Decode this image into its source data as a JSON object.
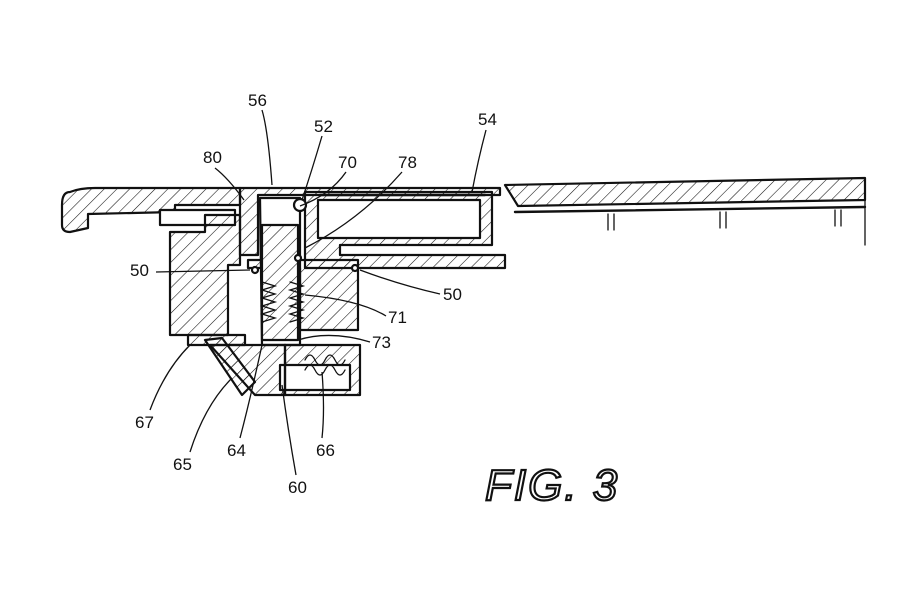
{
  "figure_label": "FIG. 3",
  "references": {
    "r56": "56",
    "r52": "52",
    "r54": "54",
    "r80": "80",
    "r70": "70",
    "r78": "78",
    "r50_left": "50",
    "r50_right": "50",
    "r71": "71",
    "r73": "73",
    "r67": "67",
    "r64": "64",
    "r66": "66",
    "r65": "65",
    "r60": "60"
  }
}
